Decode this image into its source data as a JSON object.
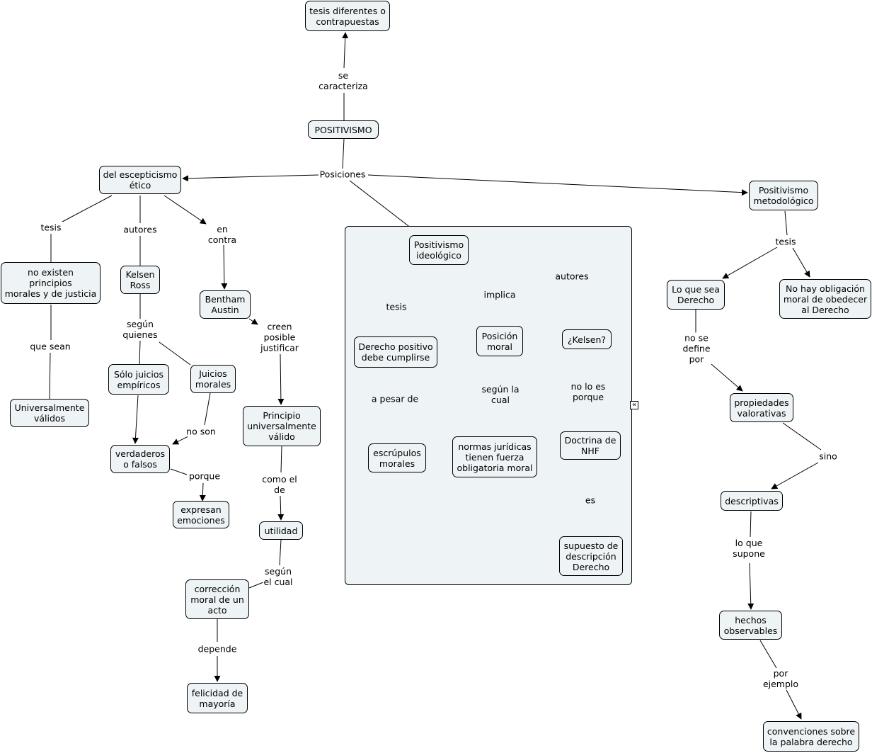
{
  "nodes": {
    "tesis_dif": "tesis diferentes o\ncontrapuestas",
    "positivismo": "POSITIVISMO",
    "escepticismo": "del escepticismo\nético",
    "pos_metodologico": "Positivismo\nmetodológico",
    "pos_ideologico": "Positivismo\nideológico",
    "no_existen": "no existen\nprincipios\nmorales y de justicia",
    "universalmente": "Universalmente\nválidos",
    "kelsen_ross": "Kelsen\nRoss",
    "solo_juicios": "Sólo juicios\nempíricos",
    "juicios_morales": "Juicios\nmorales",
    "verdaderos": "verdaderos\no falsos",
    "expresan": "expresan\nemociones",
    "bentham": "Bentham\nAustin",
    "principio": "Principio\nuniversalmente\nválido",
    "utilidad": "utilidad",
    "correccion": "corrección\nmoral de un\nacto",
    "felicidad": "felicidad de\nmayoría",
    "derecho_positivo": "Derecho positivo\ndebe cumplirse",
    "escrupulos": "escrúpulos\nmorales",
    "posicion_moral": "Posición\nmoral",
    "normas": "normas jurídicas\ntienen fuerza\nobligatoria moral",
    "kelsen_q": "¿Kelsen?",
    "doctrina": "Doctrina de\nNHF",
    "supuesto": "supuesto de\ndescripción\nDerecho",
    "lo_que_sea": "Lo que sea\nDerecho",
    "no_hay": "No hay obligación\nmoral de obedecer\nal Derecho",
    "propiedades": "propiedades\nvalorativas",
    "descriptivas": "descriptivas",
    "hechos": "hechos\nobservables",
    "convenciones": "convenciones sobre\nla palabra derecho"
  },
  "links": {
    "se_caracteriza": "se\ncaracteriza",
    "posiciones": "Posiciones",
    "tesis_a": "tesis",
    "autores_a": "autores",
    "en_contra": "en\ncontra",
    "que_sean": "que sean",
    "segun_quienes": "según\nquienes",
    "no_son": "no son",
    "porque": "porque",
    "creen": "creen\nposible\njustificar",
    "como_el_de": "como el\nde",
    "segun_el_cual": "según\nel cual",
    "depende": "depende",
    "tesis_b": "tesis",
    "a_pesar_de": "a pesar de",
    "implica": "implica",
    "segun_la_cual": "según la\ncual",
    "autores_b": "autores",
    "no_lo_es": "no lo es\nporque",
    "es": "es",
    "tesis_c": "tesis",
    "no_se_define": "no se\ndefine\npor",
    "sino": "sino",
    "lo_que_supone": "lo que\nsupone",
    "por_ejemplo": "por\nejemplo"
  },
  "icons": {
    "collapse": "double-chevron-left-icon"
  },
  "colors": {
    "node_fill": "#eef3f5",
    "line": "#000000"
  }
}
